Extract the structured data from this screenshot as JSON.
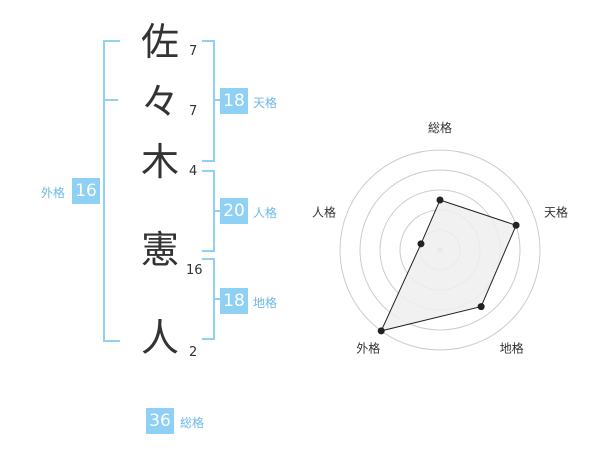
{
  "name": {
    "chars": [
      {
        "char": "佐",
        "strokes": "7"
      },
      {
        "char": "々",
        "strokes": "7"
      },
      {
        "char": "木",
        "strokes": "4"
      },
      {
        "char": "憲",
        "strokes": "16"
      },
      {
        "char": "人",
        "strokes": "2"
      }
    ]
  },
  "fortunes": {
    "tenkaku": {
      "value": "18",
      "label": "天格"
    },
    "jinkaku": {
      "value": "20",
      "label": "人格"
    },
    "chikaku": {
      "value": "18",
      "label": "地格"
    },
    "gaikaku": {
      "value": "16",
      "label": "外格"
    },
    "soukaku": {
      "value": "36",
      "label": "総格"
    }
  },
  "colors": {
    "accent": "#8fd0f5",
    "accent_text": "#6cb8e8",
    "text": "#333333",
    "radar_fill": "#eeeeee",
    "radar_grid": "#cccccc"
  },
  "chart_data": {
    "type": "radar",
    "axes": [
      "総格",
      "天格",
      "地格",
      "外格",
      "人格"
    ],
    "values": [
      2.5,
      4,
      3.5,
      5,
      1
    ],
    "range": [
      0,
      5
    ],
    "grid": true
  }
}
